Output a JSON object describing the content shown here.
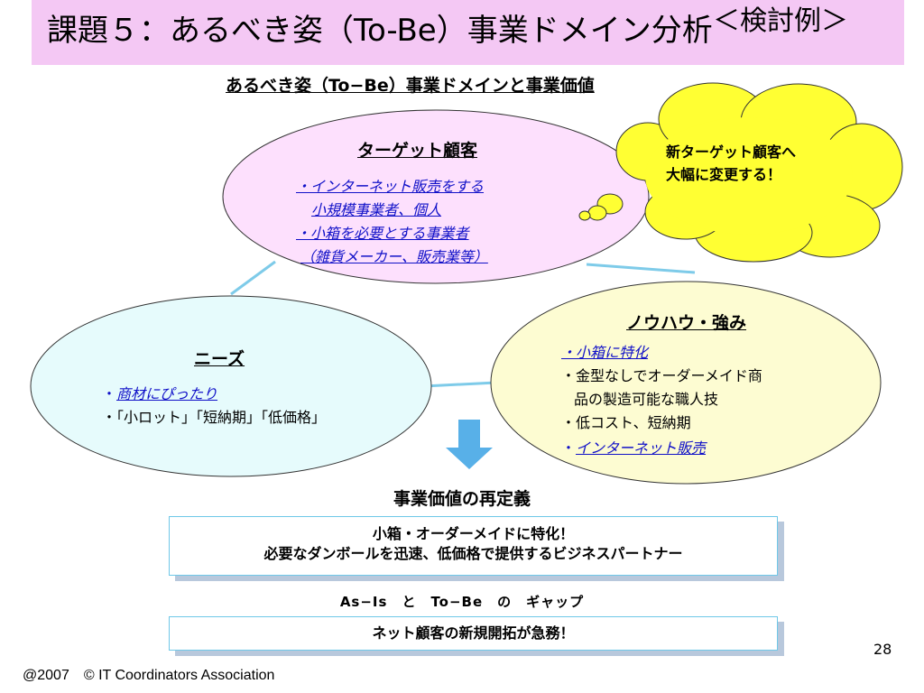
{
  "slide": {
    "title": "課題５：あるべき姿（To-Be）事業ドメイン分析",
    "example_tag": "＜検討例＞",
    "section_heading": "あるべき姿（To−Be）事業ドメインと事業価値"
  },
  "target": {
    "title": "ターゲット顧客",
    "line1": "・インターネット販売をする",
    "line2": "小規模事業者、個人",
    "line3": "・小箱を必要とする事業者",
    "line4": "（雑貨メーカー、販売業等）"
  },
  "cloud": {
    "line1": "新ターゲット顧客へ",
    "line2": "大幅に変更する！"
  },
  "needs": {
    "title": "ニーズ",
    "bullet": "・",
    "line1": "商材にぴったり",
    "line2": "・「小ロット」「短納期」「低価格」"
  },
  "knowhow": {
    "title": "ノウハウ・強み",
    "line1": "・小箱に特化",
    "line2": "・金型なしでオーダーメイド商",
    "line3": "品の製造可能な職人技",
    "line4": "・低コスト、短納期",
    "bullet5": "・",
    "line5": "インターネット販売"
  },
  "redefine": {
    "label": "事業価値の再定義",
    "box_line1": "小箱・オーダーメイドに特化！",
    "box_line2": "必要なダンボールを迅速、低価格で提供するビジネスパートナー"
  },
  "gap": {
    "label": "As−Is　と　To−Be　の　ギャップ",
    "box_text": "ネット顧客の新規開拓が急務！"
  },
  "footer": {
    "page_number": "28",
    "copyright": "@2007　© IT Coordinators Association"
  },
  "colors": {
    "title_band": "#f4c8f4",
    "target_fill": "#fde0fd",
    "needs_fill": "#e6fbfc",
    "knowhow_fill": "#fdfcd2",
    "cloud_fill": "#ffff33",
    "connector": "#7ecbe9",
    "arrow": "#58b0e8",
    "link_blue": "#1010c8"
  }
}
